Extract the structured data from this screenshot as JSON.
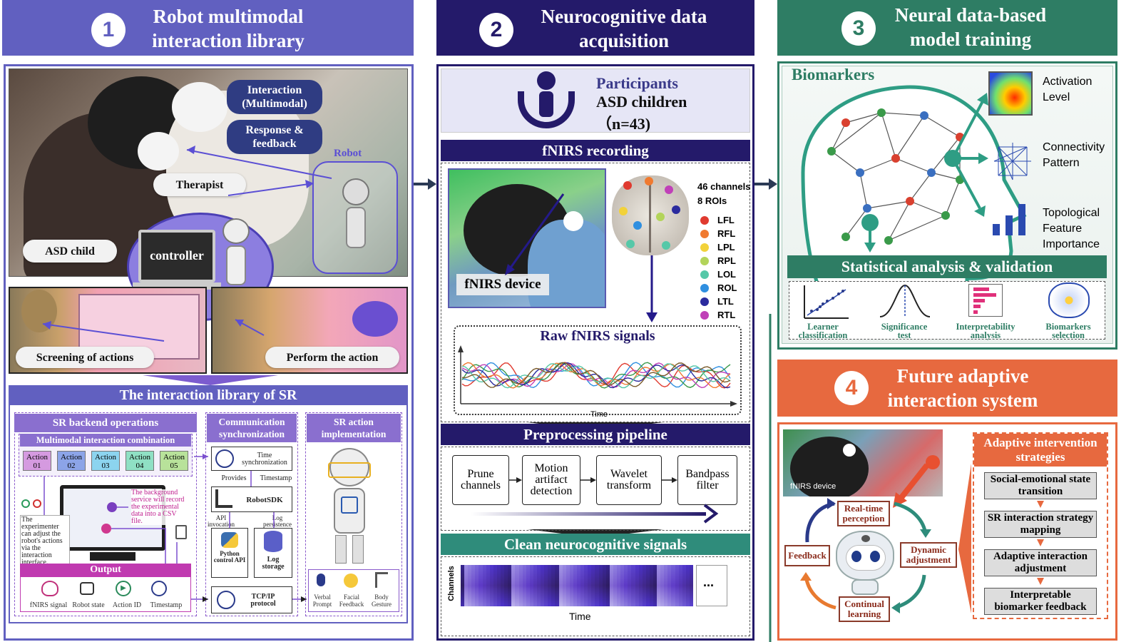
{
  "colors": {
    "panel1": "#6160c0",
    "panel2": "#241a6a",
    "panel3": "#2e7d64",
    "panel4": "#e7693f",
    "teal": "#2f8c7b"
  },
  "panel1": {
    "number": "1",
    "title": "Robot multimodal interaction library",
    "photo_labels": {
      "interaction": "Interaction (Multimodal)",
      "response": "Response & feedback",
      "robot": "Robot",
      "therapist": "Therapist",
      "asd_child": "ASD child",
      "controller": "controller"
    },
    "screening": "Screening of actions",
    "perform": "Perform the action",
    "library_title": "The interaction library of SR",
    "backend": {
      "title": "SR backend operations",
      "combo": "Multimodal interaction combination",
      "actions": [
        "Action 01",
        "Action 02",
        "Action 03",
        "Action 04",
        "Action 05"
      ],
      "record_note": "The background service will record the experimental data into a CSV file.",
      "adjust_note": "The experimenter can adjust the robot's actions via the interaction interface.",
      "output": "Output",
      "outputs": [
        "fNIRS signal",
        "Robot state",
        "Action ID",
        "Timestamp"
      ]
    },
    "comm": {
      "title": "Communication synchronization",
      "time_sync": "Time synchronization",
      "provides": "Provides",
      "timestamp": "Timestamp",
      "robotsdk": "RobotSDK",
      "api_invocation": "API invocation",
      "log_persistence": "Log persistence",
      "python": "Python control API",
      "log_storage": "Log storage",
      "tcp": "TCP/IP protocol"
    },
    "impl": {
      "title": "SR action implementation",
      "modalities": [
        "Verbal Prompt",
        "Facial Feedback",
        "Body Gesture"
      ]
    }
  },
  "panel2": {
    "number": "2",
    "title": "Neurocognitive data acquisition",
    "participants": "Participants",
    "asd": "ASD children",
    "n": "（n=43)",
    "fnirs_recording": "fNIRS recording",
    "fnirs_device": "fNIRS device",
    "channels": "46 channels",
    "rois": "8 ROIs",
    "roi_list": [
      {
        "name": "LFL",
        "color": "#e03a2f"
      },
      {
        "name": "RFL",
        "color": "#f07a30"
      },
      {
        "name": "LPL",
        "color": "#f2d23a"
      },
      {
        "name": "RPL",
        "color": "#b3d45a"
      },
      {
        "name": "LOL",
        "color": "#56c8a8"
      },
      {
        "name": "ROL",
        "color": "#2f8fe0"
      },
      {
        "name": "LTL",
        "color": "#2b2b9e"
      },
      {
        "name": "RTL",
        "color": "#c040b8"
      }
    ],
    "raw": "Raw fNIRS signals",
    "time": "Time",
    "preprocessing": "Preprocessing pipeline",
    "steps": [
      "Prune channels",
      "Motion artifact detection",
      "Wavelet transform",
      "Bandpass filter"
    ],
    "clean": "Clean neurocognitive signals",
    "channels_axis": "Channels",
    "ellipsis": "..."
  },
  "panel3": {
    "number": "3",
    "title": "Neural data-based model training",
    "biomarkers": "Biomarkers",
    "activation": "Activation Level",
    "connectivity": "Connectivity Pattern",
    "topological": "Topological Feature Importance",
    "stat": "Statistical analysis & validation",
    "methods": [
      "Learner classification",
      "Significance test",
      "Interpretability analysis",
      "Biomarkers selection"
    ]
  },
  "panel4": {
    "number": "4",
    "title": "Future adaptive interaction system",
    "fnirs_device": "fNIRS device",
    "realtime": "Real-time perception",
    "dynamic": "Dynamic adjustment",
    "feedback": "Feedback",
    "continual": "Continual learning",
    "strategies_title": "Adaptive intervention strategies",
    "strategies": [
      "Social-emotional state transition",
      "SR interaction strategy mapping",
      "Adaptive interaction adjustment",
      "Interpretable biomarker feedback"
    ]
  }
}
